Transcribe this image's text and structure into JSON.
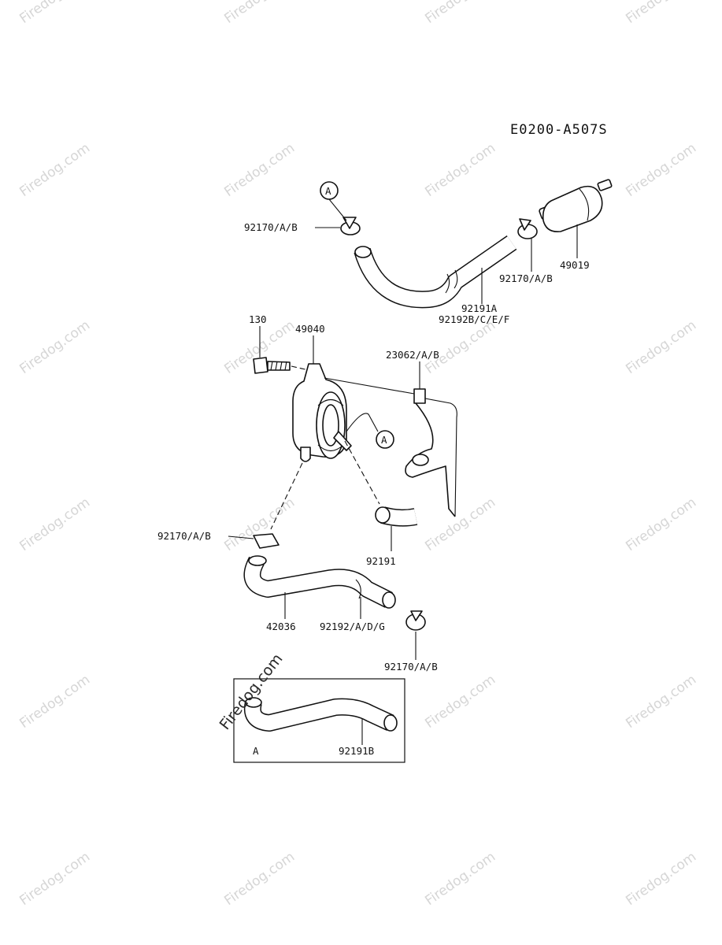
{
  "diagram": {
    "code": "E0200-A507S",
    "watermark": "Firedog.com",
    "callout_letter": "A",
    "inset_label": "A",
    "labels": {
      "clamp_top_left": "92170/A/B",
      "filter_49019": "49019",
      "clamp_top_right": "92170/A/B",
      "hose_92191A": "92191A",
      "hose_92192_bcef": "92192B/C/E/F",
      "bolt_130": "130",
      "pump_49040": "49040",
      "bracket_23062": "23062/A/B",
      "clamp_mid_left": "92170/A/B",
      "hose_92191": "92191",
      "hose_42036": "42036",
      "hose_92192_adg": "92192/A/D/G",
      "clamp_bottom": "92170/A/B",
      "hose_92191B": "92191B"
    }
  }
}
